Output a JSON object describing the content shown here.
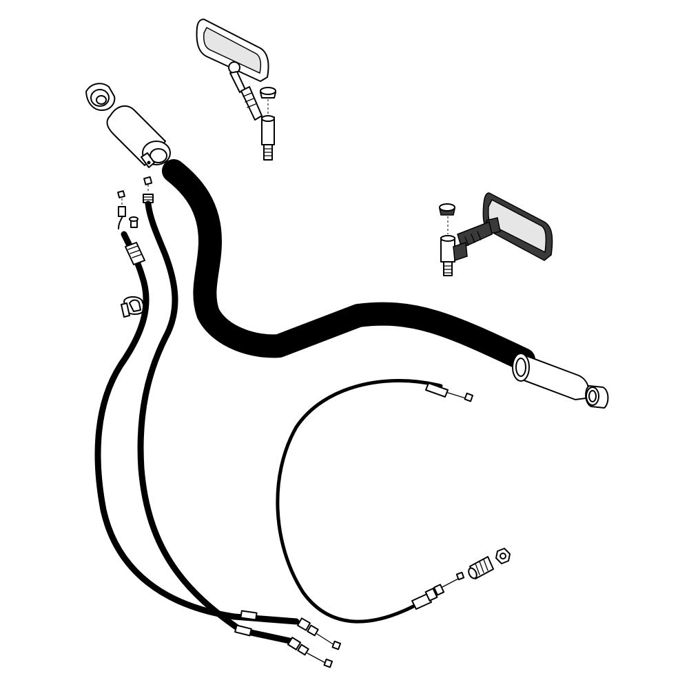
{
  "diagram": {
    "description_visible_text": [],
    "colors": {
      "line": "#000000",
      "background": "#ffffff",
      "glass": "#e6e6e6",
      "rim": "#3a3a3a"
    },
    "parts": [
      {
        "id": "handlebar",
        "icon": "handlebar-icon"
      },
      {
        "id": "left-mirror",
        "icon": "mirror-icon"
      },
      {
        "id": "right-mirror",
        "icon": "mirror-icon"
      },
      {
        "id": "left-grip",
        "icon": "grip-icon"
      },
      {
        "id": "right-grip",
        "icon": "grip-icon"
      },
      {
        "id": "throttle-cable-1",
        "icon": "cable-icon"
      },
      {
        "id": "throttle-cable-2",
        "icon": "cable-icon"
      },
      {
        "id": "clutch-cable",
        "icon": "cable-icon"
      },
      {
        "id": "cable-clamp",
        "icon": "clamp-icon"
      }
    ]
  }
}
